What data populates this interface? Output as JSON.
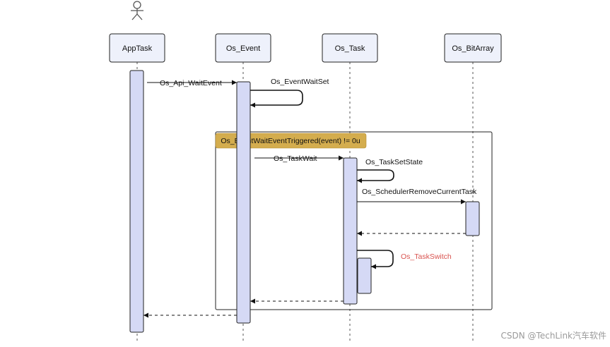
{
  "participants": [
    {
      "id": "app",
      "label": "AppTask"
    },
    {
      "id": "event",
      "label": "Os_Event"
    },
    {
      "id": "task",
      "label": "Os_Task"
    },
    {
      "id": "bitarray",
      "label": "Os_BitArray"
    }
  ],
  "messages": {
    "wait_event": "Os_Api_WaitEvent",
    "event_wait_set": "Os_EventWaitSet",
    "task_wait": "Os_TaskWait",
    "task_set_state": "Os_TaskSetState",
    "scheduler_remove": "Os_SchedulerRemoveCurrentTask",
    "task_switch": "Os_TaskSwitch"
  },
  "guard": {
    "label": "Os_EventWaitEventTriggered(event) != 0u"
  },
  "watermark": "CSDN @TechLink汽车软件",
  "colors": {
    "activation_fill": "#d5d9f5",
    "participant_fill": "#eef1fb",
    "guard_fill": "#d4ad4e",
    "task_switch_text": "#d9534f",
    "line": "#111111"
  }
}
